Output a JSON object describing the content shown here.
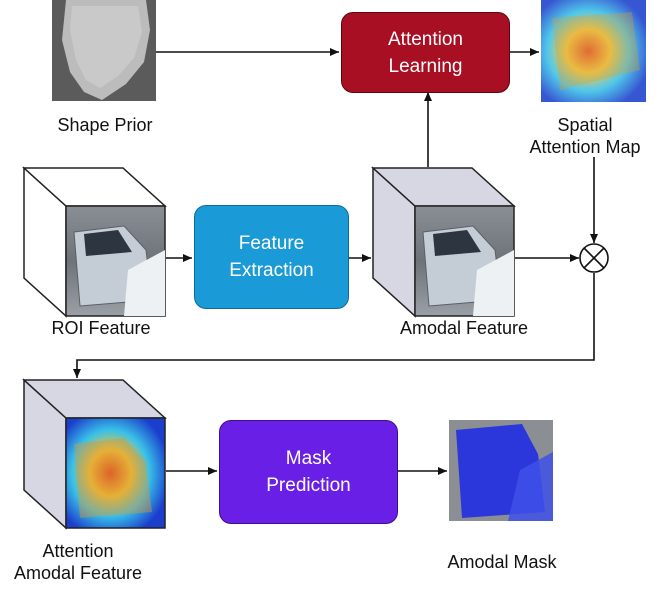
{
  "nodes": {
    "shape_prior": {
      "label": "Shape Prior"
    },
    "attention_learning": {
      "line1": "Attention",
      "line2": "Learning",
      "color": "#a80f22"
    },
    "spatial_attention_map": {
      "line1": "Spatial",
      "line2": "Attention Map"
    },
    "roi_feature": {
      "label": "ROI Feature"
    },
    "feature_extraction": {
      "line1": "Feature",
      "line2": "Extraction",
      "color": "#1a9ad6"
    },
    "amodal_feature": {
      "label": "Amodal Feature"
    },
    "multiply_operator": {
      "symbol": "⊗"
    },
    "attention_amodal_feature": {
      "line1": "Attention",
      "line2": "Amodal Feature"
    },
    "mask_prediction": {
      "line1": "Mask",
      "line2": "Prediction",
      "color": "#6a1fe6"
    },
    "amodal_mask": {
      "label": "Amodal Mask"
    }
  },
  "colors": {
    "cube_face": "#d7d6e3",
    "cube_edge": "#222222",
    "arrow": "#111111"
  },
  "edges": [
    {
      "from": "shape_prior",
      "to": "attention_learning"
    },
    {
      "from": "amodal_feature",
      "to": "attention_learning"
    },
    {
      "from": "attention_learning",
      "to": "spatial_attention_map"
    },
    {
      "from": "roi_feature",
      "to": "feature_extraction"
    },
    {
      "from": "feature_extraction",
      "to": "amodal_feature"
    },
    {
      "from": "amodal_feature",
      "to": "multiply_operator"
    },
    {
      "from": "spatial_attention_map",
      "to": "multiply_operator"
    },
    {
      "from": "multiply_operator",
      "to": "attention_amodal_feature"
    },
    {
      "from": "attention_amodal_feature",
      "to": "mask_prediction"
    },
    {
      "from": "mask_prediction",
      "to": "amodal_mask"
    }
  ]
}
